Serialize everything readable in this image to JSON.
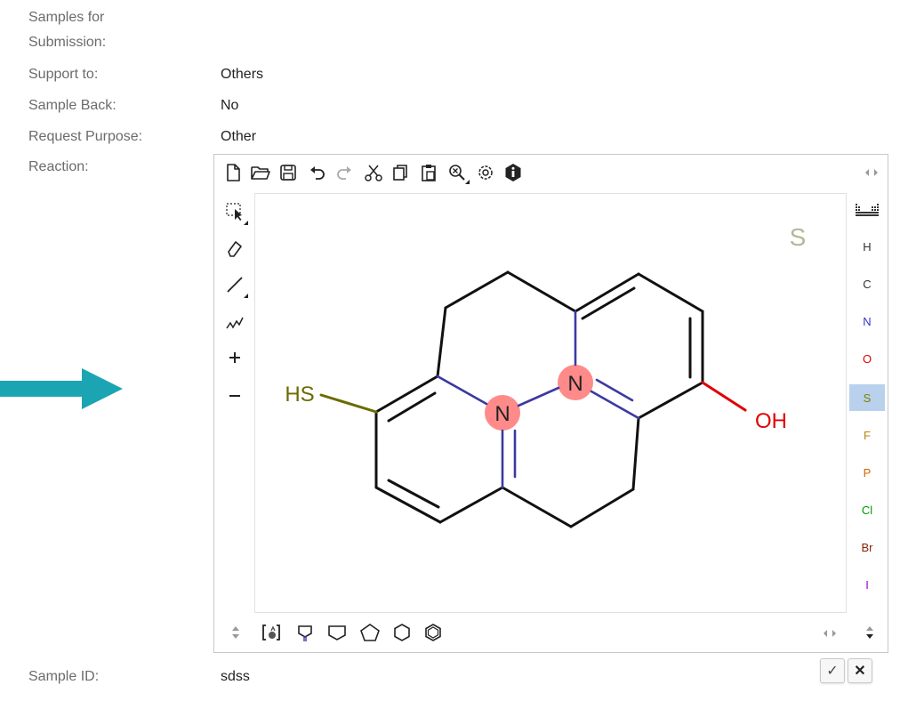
{
  "form": {
    "samples_label_line1": "Samples for",
    "samples_label_line2": "Submission:",
    "support_label": "Support to:",
    "support_value": "Others",
    "sample_back_label": "Sample Back:",
    "sample_back_value": "No",
    "request_purpose_label": "Request Purpose:",
    "request_purpose_value": "Other",
    "reaction_label": "Reaction:",
    "sample_id_label": "Sample ID:",
    "sample_id_value": "sdss"
  },
  "atom_panel": {
    "periodic_table_icon": "periodic-table-icon",
    "atoms": [
      {
        "symbol": "H",
        "color": "#333333"
      },
      {
        "symbol": "C",
        "color": "#333333"
      },
      {
        "symbol": "N",
        "color": "#3333cc"
      },
      {
        "symbol": "O",
        "color": "#dd0000"
      },
      {
        "symbol": "S",
        "color": "#808000",
        "selected": true
      },
      {
        "symbol": "F",
        "color": "#b8860b"
      },
      {
        "symbol": "P",
        "color": "#cc6600"
      },
      {
        "symbol": "Cl",
        "color": "#009900"
      },
      {
        "symbol": "Br",
        "color": "#8b2500"
      },
      {
        "symbol": "I",
        "color": "#9400d3"
      }
    ]
  },
  "molecule": {
    "current_atom": "S",
    "labels": {
      "hs": "HS",
      "n1": "N",
      "n2": "N",
      "oh": "OH"
    }
  },
  "colors": {
    "accent_arrow": "#1ba5b2",
    "selected_atom_bg": "#b9d1ec",
    "highlight": "#ff8a8a",
    "bond_n": "#3a3aa0",
    "bond_s": "#6b6b00",
    "bond_o": "#e00000"
  }
}
